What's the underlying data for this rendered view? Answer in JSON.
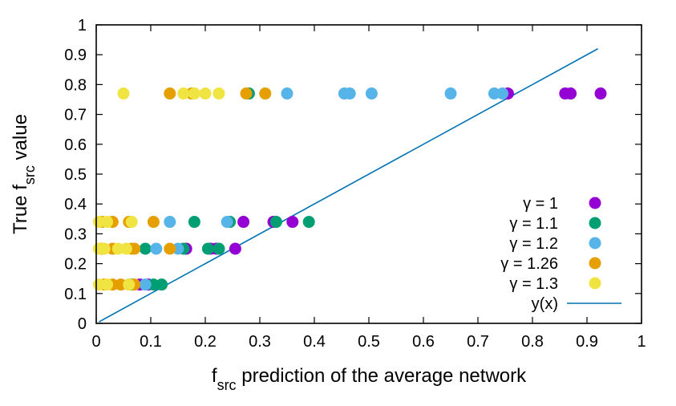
{
  "chart_data": {
    "type": "scatter",
    "xlabel": {
      "main": "f",
      "sub": "src",
      "rest": " prediction of the average network"
    },
    "ylabel": {
      "pre": "True f",
      "sub": "src",
      "rest": " value"
    },
    "xlim": [
      0,
      1
    ],
    "ylim": [
      0,
      1
    ],
    "x_ticks": [
      "0",
      "0.1",
      "0.2",
      "0.3",
      "0.4",
      "0.5",
      "0.6",
      "0.7",
      "0.8",
      "0.9",
      "1"
    ],
    "y_ticks": [
      "0",
      "0.1",
      "0.2",
      "0.3",
      "0.4",
      "0.5",
      "0.6",
      "0.7",
      "0.8",
      "0.9",
      "1"
    ],
    "grid": false,
    "legend_position": "right",
    "series": [
      {
        "name": "γ = 1",
        "color": "#9400d3",
        "points": [
          [
            0.755,
            0.77
          ],
          [
            0.86,
            0.77
          ],
          [
            0.87,
            0.77
          ],
          [
            0.925,
            0.77
          ],
          [
            0.325,
            0.34
          ],
          [
            0.36,
            0.34
          ],
          [
            0.27,
            0.34
          ],
          [
            0.165,
            0.25
          ],
          [
            0.22,
            0.25
          ],
          [
            0.255,
            0.25
          ],
          [
            0.21,
            0.25
          ],
          [
            0.08,
            0.13
          ],
          [
            0.095,
            0.13
          ]
        ]
      },
      {
        "name": "γ = 1.1",
        "color": "#009e73",
        "points": [
          [
            0.28,
            0.77
          ],
          [
            0.18,
            0.34
          ],
          [
            0.245,
            0.34
          ],
          [
            0.33,
            0.34
          ],
          [
            0.39,
            0.34
          ],
          [
            0.09,
            0.25
          ],
          [
            0.16,
            0.25
          ],
          [
            0.205,
            0.25
          ],
          [
            0.225,
            0.25
          ],
          [
            0.105,
            0.13
          ],
          [
            0.12,
            0.13
          ],
          [
            0.065,
            0.13
          ]
        ]
      },
      {
        "name": "γ = 1.2",
        "color": "#56b4e9",
        "points": [
          [
            0.35,
            0.77
          ],
          [
            0.455,
            0.77
          ],
          [
            0.465,
            0.77
          ],
          [
            0.505,
            0.77
          ],
          [
            0.65,
            0.77
          ],
          [
            0.73,
            0.77
          ],
          [
            0.745,
            0.77
          ],
          [
            0.135,
            0.34
          ],
          [
            0.24,
            0.34
          ],
          [
            0.11,
            0.25
          ],
          [
            0.15,
            0.25
          ],
          [
            0.06,
            0.13
          ],
          [
            0.09,
            0.13
          ]
        ]
      },
      {
        "name": "γ = 1.26",
        "color": "#e69f00",
        "points": [
          [
            0.135,
            0.77
          ],
          [
            0.175,
            0.77
          ],
          [
            0.275,
            0.77
          ],
          [
            0.31,
            0.77
          ],
          [
            0.01,
            0.34
          ],
          [
            0.03,
            0.34
          ],
          [
            0.06,
            0.34
          ],
          [
            0.105,
            0.34
          ],
          [
            0.01,
            0.25
          ],
          [
            0.03,
            0.25
          ],
          [
            0.065,
            0.25
          ],
          [
            0.07,
            0.25
          ],
          [
            0.135,
            0.25
          ],
          [
            0.015,
            0.13
          ],
          [
            0.03,
            0.13
          ],
          [
            0.045,
            0.13
          ],
          [
            0.07,
            0.13
          ]
        ]
      },
      {
        "name": "γ = 1.3",
        "color": "#f0e442",
        "points": [
          [
            0.05,
            0.77
          ],
          [
            0.16,
            0.77
          ],
          [
            0.18,
            0.77
          ],
          [
            0.2,
            0.77
          ],
          [
            0.225,
            0.77
          ],
          [
            0.005,
            0.34
          ],
          [
            0.02,
            0.34
          ],
          [
            0.065,
            0.34
          ],
          [
            0.005,
            0.25
          ],
          [
            0.015,
            0.25
          ],
          [
            0.04,
            0.25
          ],
          [
            0.055,
            0.25
          ],
          [
            0.005,
            0.13
          ],
          [
            0.02,
            0.13
          ],
          [
            0.06,
            0.13
          ]
        ]
      }
    ],
    "line": {
      "name": "y(x)",
      "color": "#0072b2",
      "x": [
        0.005,
        0.92
      ],
      "y": [
        0.005,
        0.92
      ]
    }
  }
}
